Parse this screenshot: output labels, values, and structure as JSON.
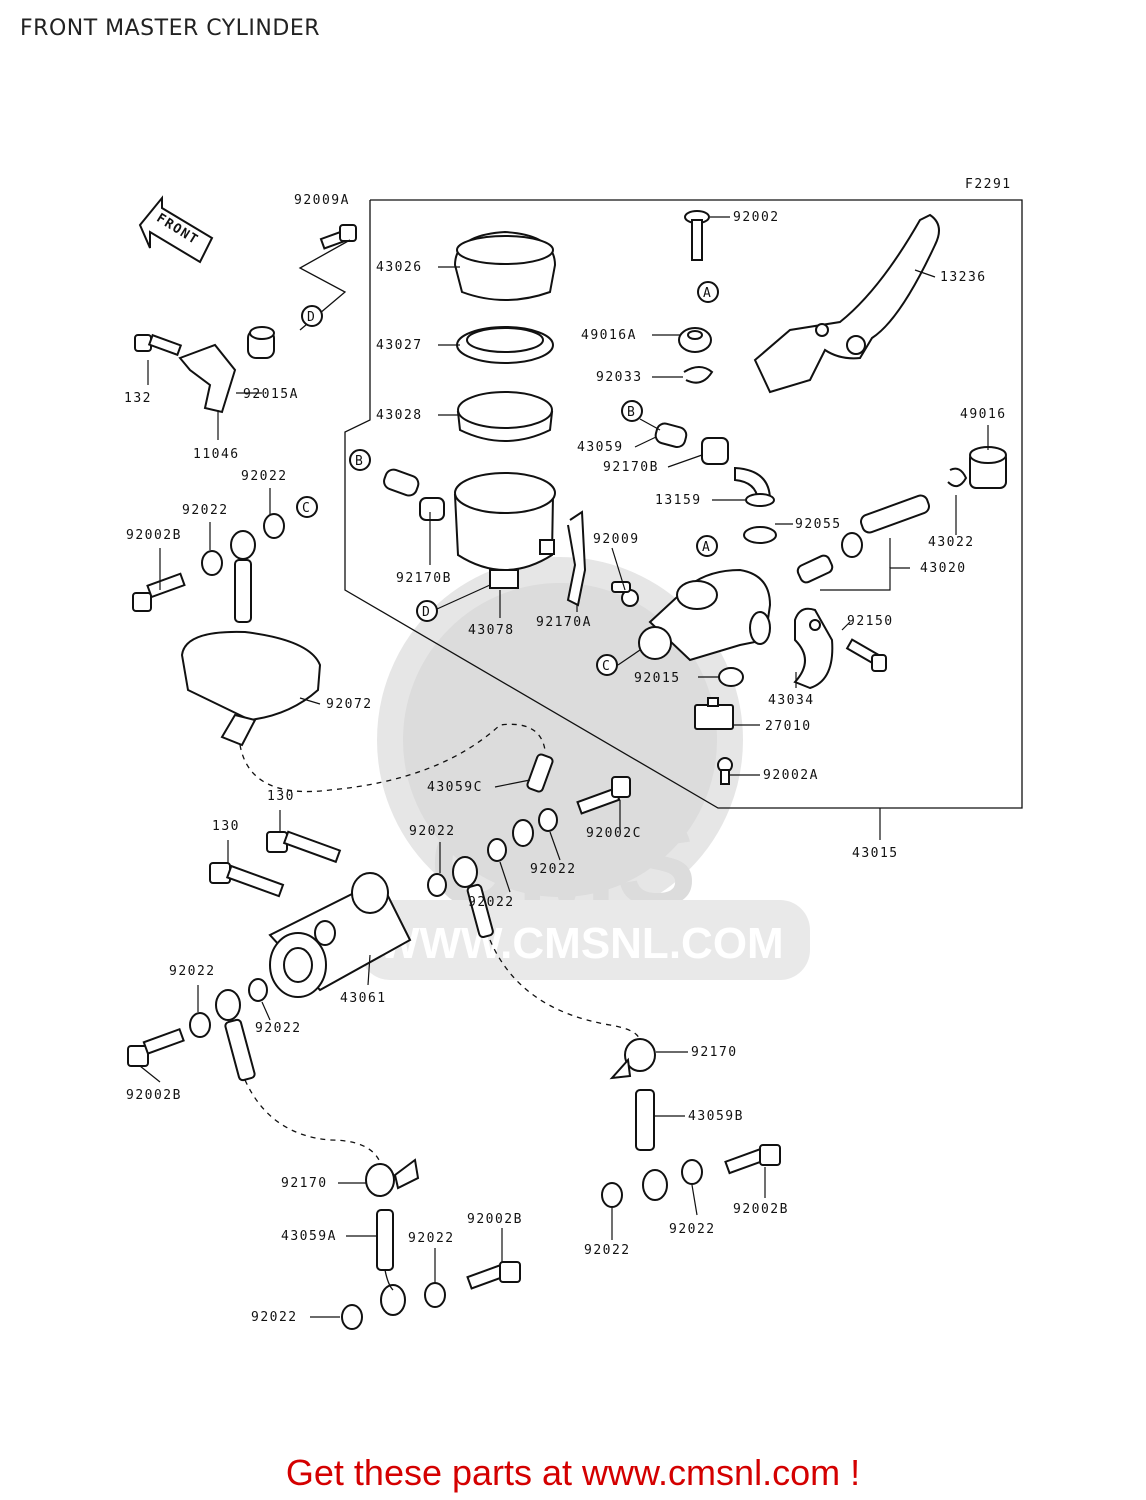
{
  "title": "FRONT MASTER CYLINDER",
  "figure_code": "F2291",
  "direction_label": "FRONT",
  "watermark": {
    "brand": "CMS",
    "url": "WWW.CMSNL.COM"
  },
  "banner": "Get these parts at www.cmsnl.com !",
  "ref_markers": [
    "A",
    "B",
    "C",
    "D"
  ],
  "part_labels": [
    "92009A",
    "92002",
    "43026",
    "13236",
    "43027",
    "49016A",
    "92033",
    "43028",
    "49016",
    "43059",
    "92170B",
    "13159",
    "92055",
    "43022",
    "43020",
    "92170B",
    "92009",
    "43078",
    "92170A",
    "92150",
    "92015",
    "43034",
    "27010",
    "92002A",
    "43015",
    "132",
    "92015A",
    "11046",
    "92022",
    "92022",
    "92002B",
    "92072",
    "43059C",
    "92002C",
    "92022",
    "92022",
    "92022",
    "130",
    "130",
    "43061",
    "92022",
    "92022",
    "92002B",
    "92170",
    "43059B",
    "92002B",
    "92022",
    "92022",
    "92170",
    "43059A",
    "92022",
    "92002B",
    "92022"
  ]
}
